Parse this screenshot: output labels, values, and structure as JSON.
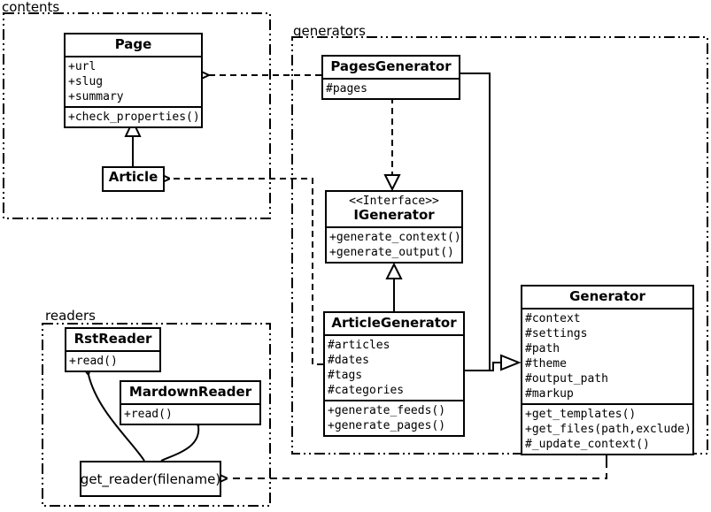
{
  "packages": {
    "contents": {
      "label": "contents"
    },
    "generators": {
      "label": "generators"
    },
    "readers": {
      "label": "readers"
    }
  },
  "classes": {
    "page": {
      "title": "Page",
      "attributes": [
        "+url",
        "+slug",
        "+summary"
      ],
      "methods": [
        "+check_properties()"
      ]
    },
    "article": {
      "title": "Article"
    },
    "pages_generator": {
      "title": "PagesGenerator",
      "attributes": [
        "#pages"
      ]
    },
    "igenerator": {
      "stereotype": "<<Interface>>",
      "title": "IGenerator",
      "methods": [
        "+generate_context()",
        "+generate_output()"
      ]
    },
    "article_generator": {
      "title": "ArticleGenerator",
      "attributes": [
        "#articles",
        "#dates",
        "#tags",
        "#categories"
      ],
      "methods": [
        "+generate_feeds()",
        "+generate_pages()"
      ]
    },
    "generator": {
      "title": "Generator",
      "attributes": [
        "#context",
        "#settings",
        "#path",
        "#theme",
        "#output_path",
        "#markup"
      ],
      "methods": [
        "+get_templates()",
        "+get_files(path,exclude)",
        "#_update_context()"
      ]
    },
    "rst_reader": {
      "title": "RstReader",
      "methods": [
        "+read()"
      ]
    },
    "mardown_reader": {
      "title": "MardownReader",
      "methods": [
        "+read()"
      ]
    },
    "get_reader": {
      "label": "get_reader(filename)"
    }
  },
  "relationships": [
    {
      "from": "Article",
      "to": "Page",
      "type": "inheritance"
    },
    {
      "from": "ArticleGenerator",
      "to": "IGenerator",
      "type": "inheritance"
    },
    {
      "from": "PagesGenerator",
      "to": "IGenerator",
      "type": "realization"
    },
    {
      "from": "PagesGenerator",
      "to": "Generator",
      "type": "inheritance"
    },
    {
      "from": "ArticleGenerator",
      "to": "Generator",
      "type": "inheritance"
    },
    {
      "from": "PagesGenerator",
      "to": "Page",
      "type": "dependency"
    },
    {
      "from": "ArticleGenerator",
      "to": "Article",
      "type": "dependency"
    },
    {
      "from": "Generator",
      "to": "get_reader(filename)",
      "type": "dependency"
    },
    {
      "from": "get_reader(filename)",
      "to": "RstReader",
      "type": "dependency"
    },
    {
      "from": "get_reader(filename)",
      "to": "MardownReader",
      "type": "dependency"
    }
  ],
  "colors": {
    "line": "#000000",
    "background": "#ffffff"
  }
}
